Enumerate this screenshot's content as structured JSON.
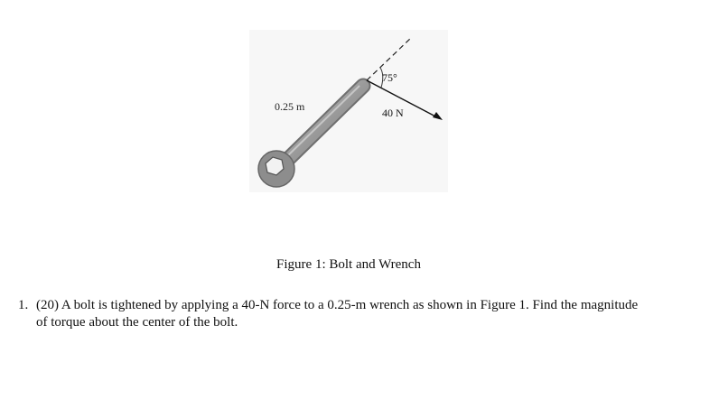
{
  "figure": {
    "length_label": "0.25 m",
    "angle_label": "75°",
    "force_label": "40 N",
    "caption": "Figure 1: Bolt and Wrench"
  },
  "problem": {
    "number": "1.",
    "line1": "(20) A bolt is tightened by applying a 40-N force to a 0.25-m wrench as shown in Figure 1. Find the magnitude",
    "line2": "of torque about the center of the bolt."
  }
}
